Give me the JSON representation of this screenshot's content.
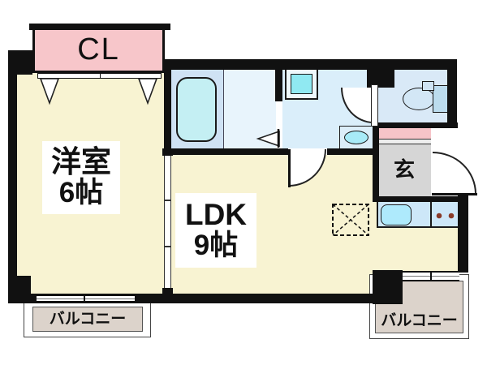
{
  "floorplan": {
    "closet": {
      "label": "CL"
    },
    "western_room": {
      "name": "洋室",
      "size": "6帖"
    },
    "ldk": {
      "name": "LDK",
      "size": "9帖"
    },
    "entrance": {
      "label": "玄"
    },
    "balcony_left": {
      "label": "バルコニー"
    },
    "balcony_right": {
      "label": "バルコニー"
    },
    "fixture_icons": [
      "bathtub-icon",
      "washing-machine-pan-icon",
      "washbasin-icon",
      "toilet-icon",
      "kitchen-sink-icon",
      "gas-burner-icon",
      "refrigerator-space-icon",
      "door-swing-icon",
      "folding-door-icon",
      "closet-door-icon",
      "sliding-door-icon",
      "window-icon"
    ],
    "colors": {
      "room_yellow": "#f8f3d2",
      "closet_pink": "#f7c6ca",
      "wet_area_blue": "#daeefa",
      "bathtub_cyan": "#c4eff3",
      "entrance_gray": "#d6d6d6",
      "balcony_beige": "#dcd3cb",
      "wall_black": "#111111",
      "burner_brown": "#8a3a28"
    }
  }
}
